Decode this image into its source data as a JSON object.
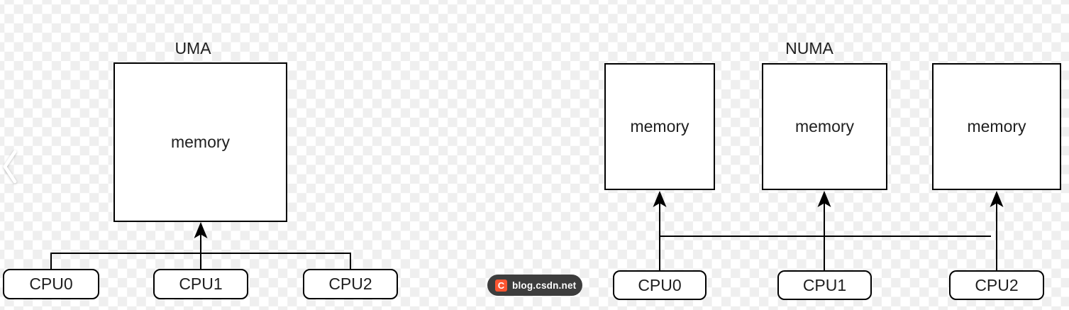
{
  "uma": {
    "title": "UMA",
    "memory_label": "memory",
    "cpus": [
      "CPU0",
      "CPU1",
      "CPU2"
    ]
  },
  "numa": {
    "title": "NUMA",
    "memories": [
      "memory",
      "memory",
      "memory"
    ],
    "cpus": [
      "CPU0",
      "CPU1",
      "CPU2"
    ]
  },
  "watermark": {
    "logo_letter": "C",
    "text": "blog.csdn.net",
    "badge_bg": "#3d3d3d",
    "logo_bg": "#fc5531",
    "text_color": "#ffffff"
  },
  "carousel": {
    "prev": "chevron-left",
    "next": "chevron-right"
  },
  "colors": {
    "line": "#000000",
    "box_fill": "#ffffff",
    "text": "#1f1f1f",
    "checker": "#efefef"
  }
}
